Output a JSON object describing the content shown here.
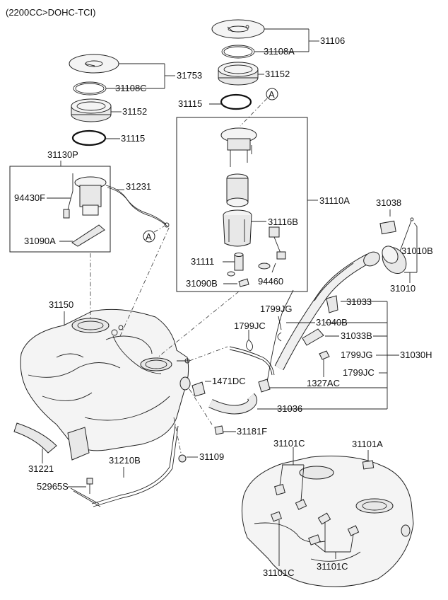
{
  "header": "(2200CC>DOHC-TCI)",
  "callout_marker": "A",
  "labels": {
    "p31106": "31106",
    "p31108A": "31108A",
    "p31152_r": "31152",
    "p31115_r": "31115",
    "p31753": "31753",
    "p31108C": "31108C",
    "p31152_l": "31152",
    "p31115_l": "31115",
    "p31130P": "31130P",
    "p94430F": "94430F",
    "p31231": "31231",
    "p31090A": "31090A",
    "p31110A": "31110A",
    "p31116B": "31116B",
    "p31111": "31111",
    "p94460": "94460",
    "p31090B": "31090B",
    "p31038": "31038",
    "p31010B": "31010B",
    "p31010": "31010",
    "p31150": "31150",
    "p1799JG_a": "1799JG",
    "p31033": "31033",
    "p1799JC_a": "1799JC",
    "p31040B": "31040B",
    "p31033B": "31033B",
    "p1799JG_b": "1799JG",
    "p31030H": "31030H",
    "p1799JC_b": "1799JC",
    "p1327AC": "1327AC",
    "p1471DC": "1471DC",
    "p31036": "31036",
    "p31181F": "31181F",
    "p31101C_top": "31101C",
    "p31101A": "31101A",
    "p31109": "31109",
    "p31221": "31221",
    "p31210B": "31210B",
    "p52965S": "52965S",
    "p31101C_bot1": "31101C",
    "p31101C_bot2": "31101C"
  }
}
